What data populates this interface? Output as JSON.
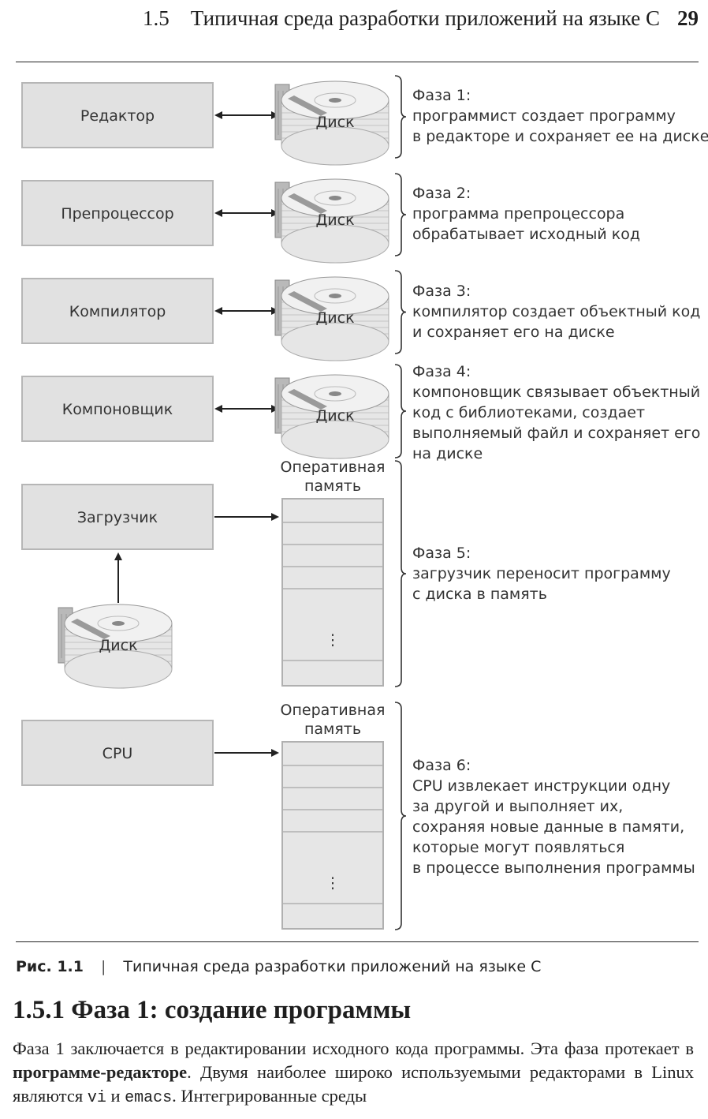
{
  "header": {
    "section": "1.5",
    "title": "Типичная среда разработки приложений на языке C",
    "page": "29"
  },
  "figure": {
    "disk_label": "Диск",
    "memory_label_line1": "Оперативная",
    "memory_label_line2": "память",
    "memory_ellipsis": "⋮",
    "rows": [
      {
        "box": "Редактор",
        "phase_lines": [
          "Фаза 1:",
          "программист создает программу",
          "в редакторе и сохраняет ее на диске"
        ]
      },
      {
        "box": "Препроцессор",
        "phase_lines": [
          "Фаза 2:",
          "программа препроцессора",
          "обрабатывает исходный код"
        ]
      },
      {
        "box": "Компилятор",
        "phase_lines": [
          "Фаза 3:",
          "компилятор создает объектный код",
          "и сохраняет его на диске"
        ]
      },
      {
        "box": "Компоновщик",
        "phase_lines": [
          "Фаза 4:",
          "компоновщик связывает объектный",
          "код с библиотеками, создает",
          "выполняемый файл и сохраняет его",
          "на диске"
        ]
      },
      {
        "box": "Загрузчик",
        "phase_lines": [
          "Фаза 5:",
          "загрузчик переносит программу",
          "с диска в память"
        ]
      },
      {
        "box": "CPU",
        "phase_lines": [
          "Фаза 6:",
          "CPU извлекает инструкции одну",
          "за другой и выполняет их,",
          "сохраняя новые данные в памяти,",
          "которые могут появляться",
          "в процессе выполнения программы"
        ]
      }
    ]
  },
  "caption": {
    "figure_num": "Рис. 1.1",
    "separator": "|",
    "text": "Типичная среда разработки приложений на языке C"
  },
  "section": {
    "heading": "1.5.1 Фаза 1: создание программы"
  },
  "paragraph": {
    "p1": "Фаза 1 заключается в редактировании исходного кода программы. Эта фаза протекает в ",
    "bold": "программе-редакторе",
    "p2": ". Двумя наиболее широко используемыми редакторами в Linux являются ",
    "code1": "vi",
    "p3": " и ",
    "code2": "emacs",
    "p4": ". Интегрированные среды"
  }
}
